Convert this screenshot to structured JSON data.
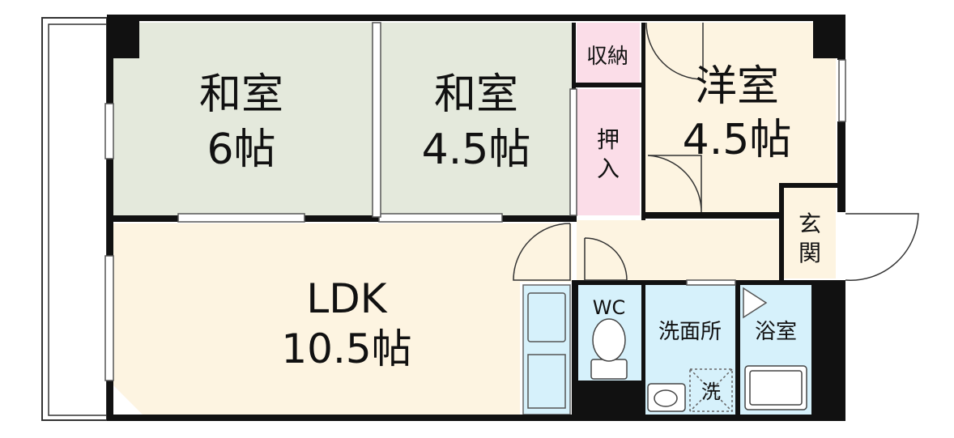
{
  "rooms": {
    "washitsu1": {
      "name": "和室",
      "size": "6帖"
    },
    "washitsu2": {
      "name": "和室",
      "size": "4.5帖"
    },
    "youshitsu": {
      "name": "洋室",
      "size": "4.5帖"
    },
    "ldk": {
      "name": "LDK",
      "size": "10.5帖"
    },
    "shuno": {
      "name": "収納"
    },
    "oshiire": {
      "line1": "押",
      "line2": "入"
    },
    "genkan": {
      "line1": "玄",
      "line2": "関"
    },
    "wc": {
      "name": "WC"
    },
    "senmenjo": {
      "name": "洗面所"
    },
    "yokushitsu": {
      "name": "浴室"
    },
    "sentakuki": {
      "name": "洗"
    }
  },
  "colors": {
    "washitsu": "#e4e9dc",
    "youshitsu": "#fdf4e1",
    "ldk": "#fdf4e1",
    "storage": "#fbdde8",
    "wet": "#d6f1fb",
    "wall": "#111111"
  }
}
